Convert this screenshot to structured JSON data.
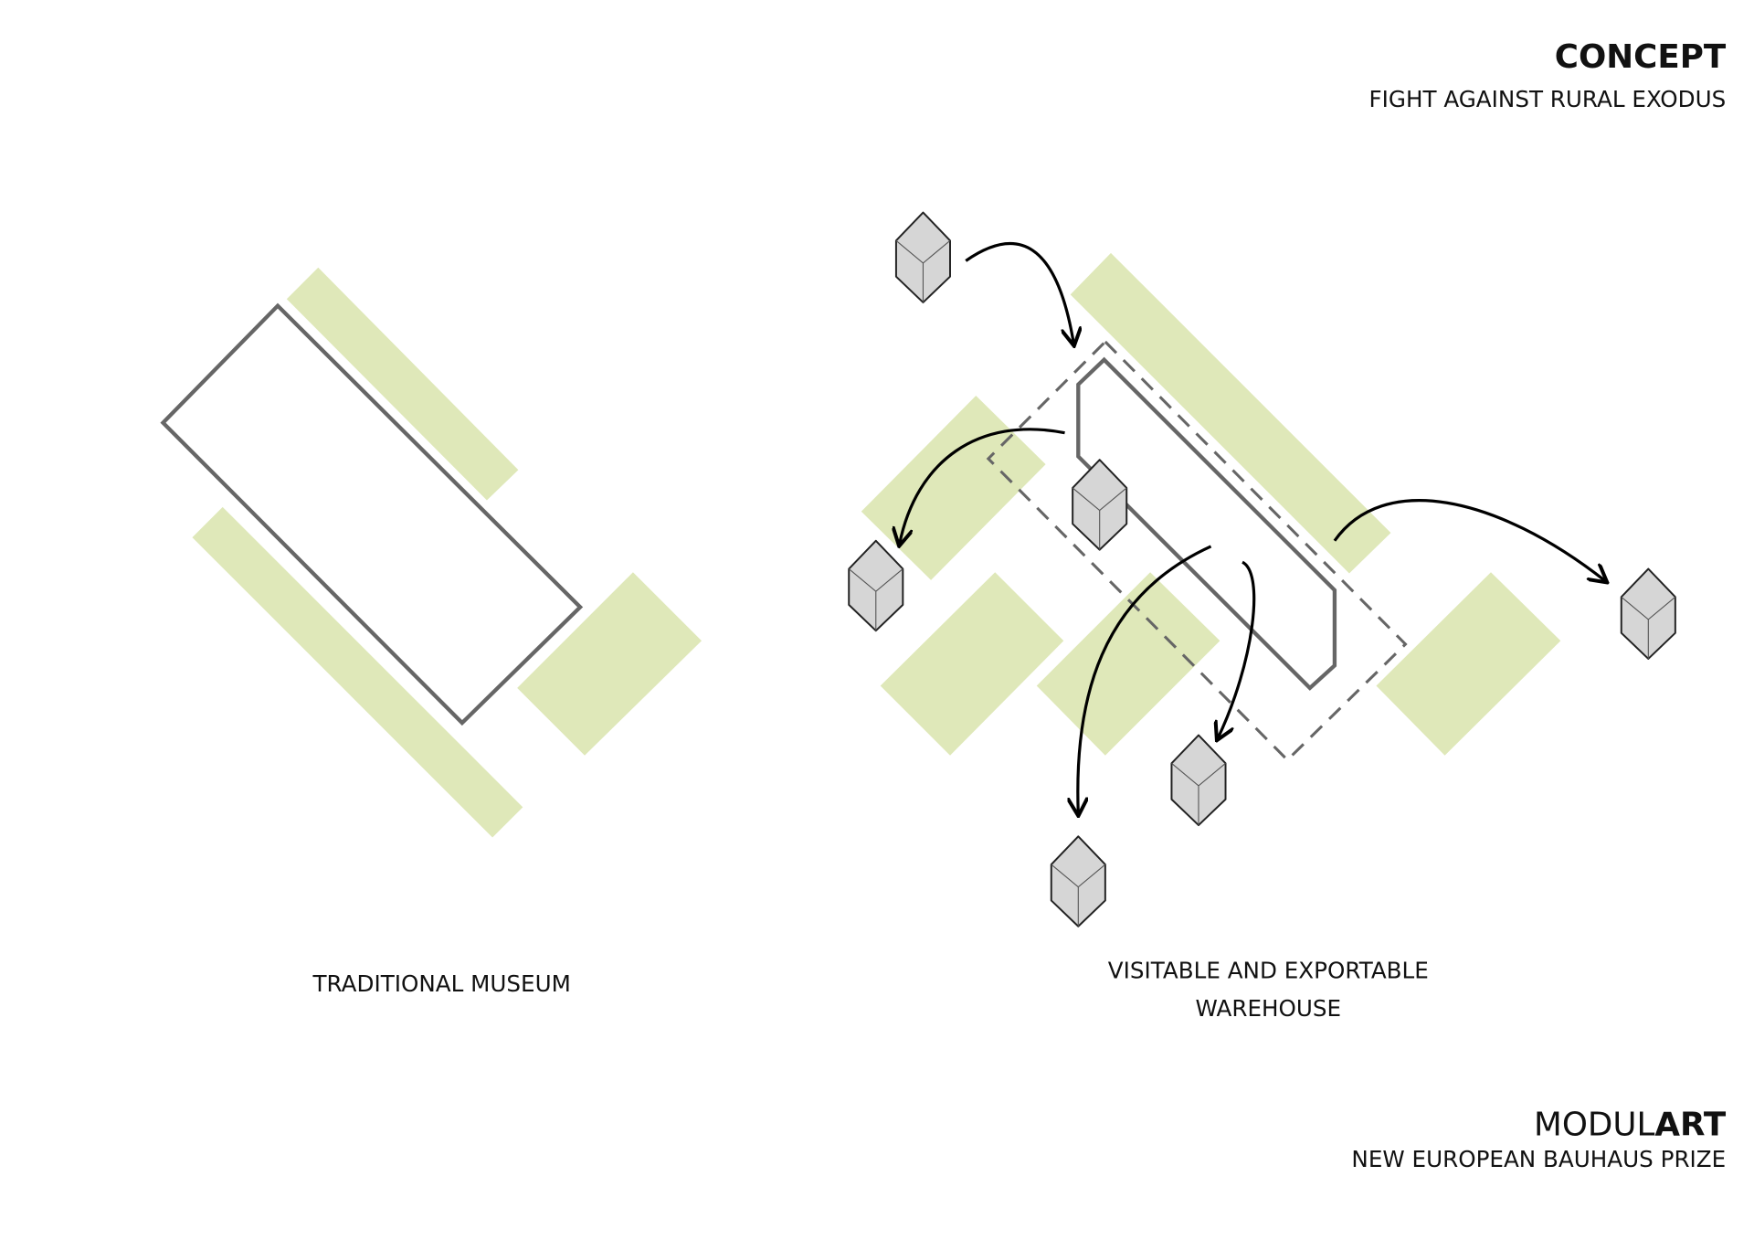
{
  "header": {
    "title": "CONCEPT",
    "subtitle": "FIGHT AGAINST RURAL EXODUS"
  },
  "diagrams": {
    "left_label": "TRADITIONAL MUSEUM",
    "right_label_line1": "VISITABLE AND EXPORTABLE",
    "right_label_line2": "WAREHOUSE"
  },
  "footer": {
    "brand_light": "MODUL",
    "brand_bold": "ART",
    "tagline": "NEW EUROPEAN BAUHAUS PRIZE"
  },
  "colors": {
    "green": "#dfe8b9",
    "outline": "#666666",
    "cube": "#d6d6d6"
  }
}
